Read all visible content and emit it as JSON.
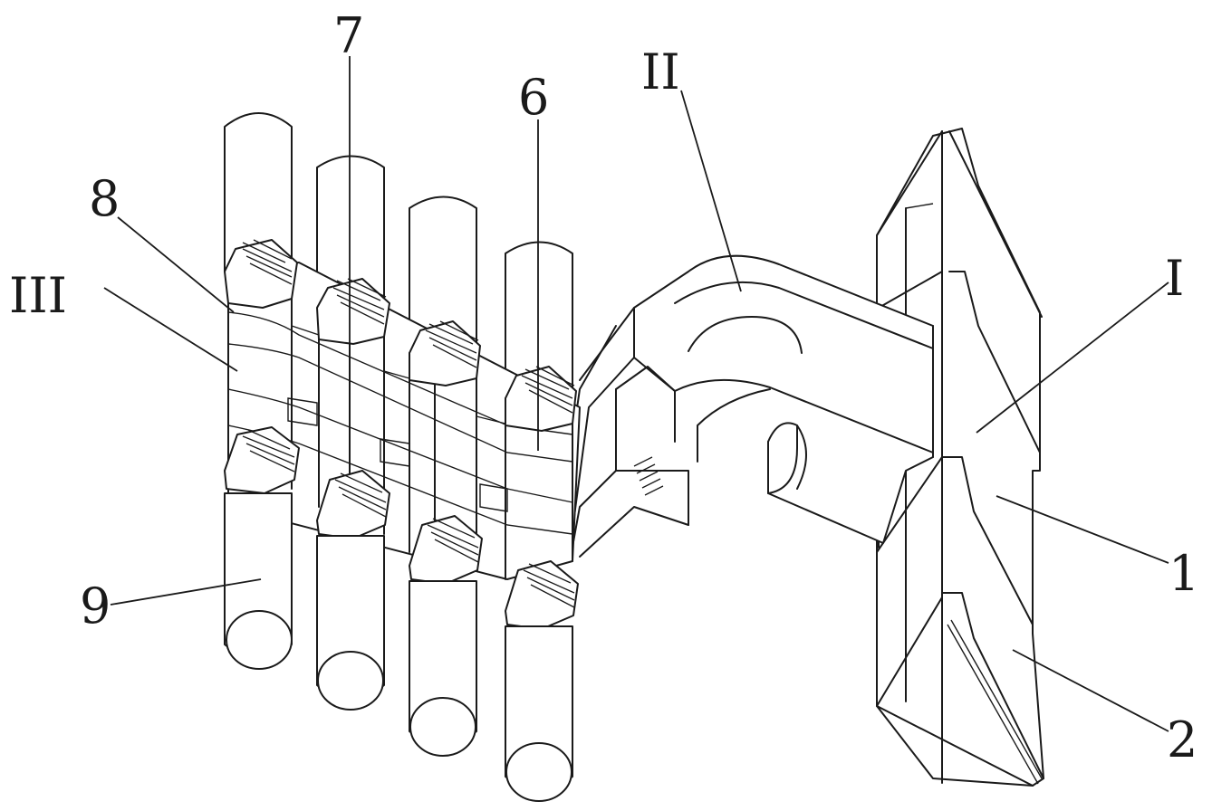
{
  "labels": {
    "part_1": "1",
    "part_2": "2",
    "part_6": "6",
    "part_7": "7",
    "part_8": "8",
    "part_9": "9",
    "view_I": "I",
    "view_II": "II",
    "view_III": "III"
  }
}
